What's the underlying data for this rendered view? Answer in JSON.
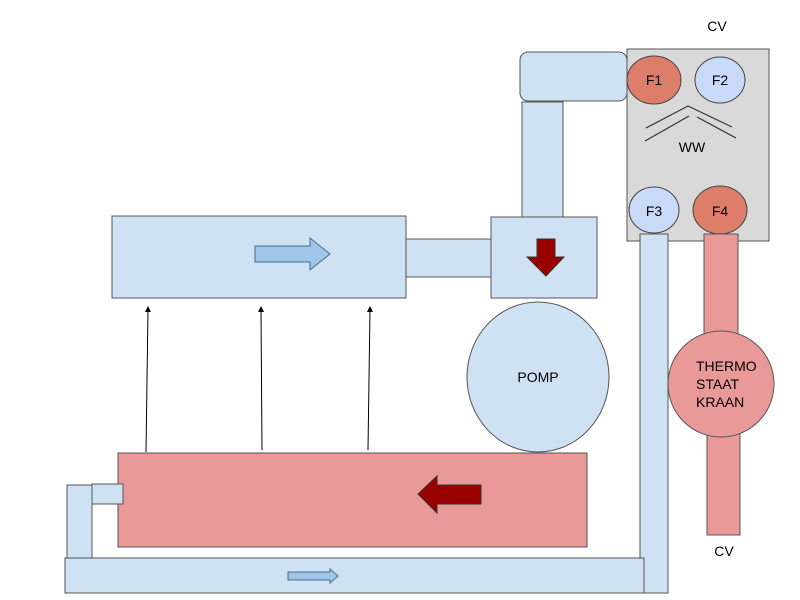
{
  "labels": {
    "cv_top": "CV",
    "cv_bottom": "CV",
    "f1": "F1",
    "f2": "F2",
    "f3": "F3",
    "f4": "F4",
    "ww": "WW",
    "pump": "POMP",
    "valve_line1": "THERMO",
    "valve_line2": "STAAT",
    "valve_line3": "KRAAN"
  },
  "colors": {
    "cold_pipe": "#cfe2f3",
    "hot_pipe": "#ea9999",
    "hot_connector": "#dd7e6b",
    "cold_connector": "#c9daf8",
    "boiler_panel": "#d9d9d9",
    "flow_arrow_hot": "#990000",
    "flow_arrow_cold": "#9fc5e8"
  }
}
